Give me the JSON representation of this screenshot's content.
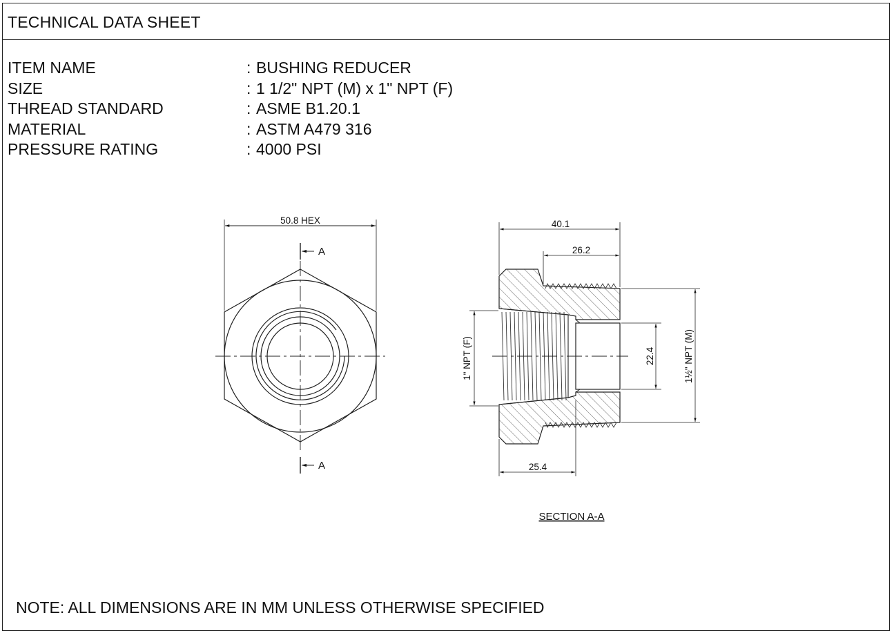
{
  "header": {
    "title": "TECHNICAL DATA SHEET"
  },
  "specs": [
    {
      "label": "ITEM NAME",
      "sep": ":",
      "value": "BUSHING REDUCER"
    },
    {
      "label": "SIZE",
      "sep": ":",
      "value": "1 1/2\" NPT (M) x 1\" NPT (F)"
    },
    {
      "label": "THREAD STANDARD",
      "sep": ":",
      "value": "ASME B1.20.1"
    },
    {
      "label": "MATERIAL",
      "sep": ":",
      "value": "ASTM A479 316"
    },
    {
      "label": "PRESSURE RATING",
      "sep": ":",
      "value": "4000 PSI"
    }
  ],
  "drawing": {
    "front_view": {
      "hex_dim": "50.8 HEX",
      "section_marker_top": "A",
      "section_marker_bottom": "A"
    },
    "section_view": {
      "overall_length": "40.1",
      "male_thread_length": "26.2",
      "female_thread_depth": "25.4",
      "bore_diameter": "22.4",
      "female_thread_label": "1\" NPT (F)",
      "male_thread_label": "1½\" NPT (M)",
      "caption": "SECTION A-A"
    }
  },
  "note": "NOTE: ALL DIMENSIONS ARE IN MM UNLESS OTHERWISE SPECIFIED"
}
